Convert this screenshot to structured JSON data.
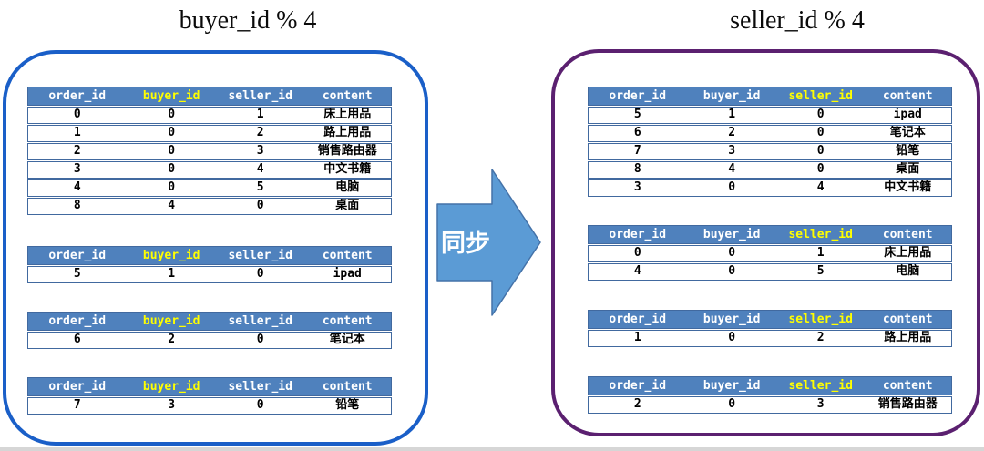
{
  "diagram": {
    "columns": [
      "order_id",
      "buyer_id",
      "seller_id",
      "content"
    ],
    "arrow_label": "同步",
    "left_panel": {
      "title": "buyer_id % 4",
      "highlight_column": "buyer_id",
      "highlight_index": 1,
      "border_color": "#1a5fc8",
      "tables": [
        {
          "rows": [
            [
              "0",
              "0",
              "1",
              "床上用品"
            ],
            [
              "1",
              "0",
              "2",
              "路上用品"
            ],
            [
              "2",
              "0",
              "3",
              "销售路由器"
            ],
            [
              "3",
              "0",
              "4",
              "中文书籍"
            ],
            [
              "4",
              "0",
              "5",
              "电脑"
            ],
            [
              "8",
              "4",
              "0",
              "桌面"
            ]
          ]
        },
        {
          "rows": [
            [
              "5",
              "1",
              "0",
              "ipad"
            ]
          ]
        },
        {
          "rows": [
            [
              "6",
              "2",
              "0",
              "笔记本"
            ]
          ]
        },
        {
          "rows": [
            [
              "7",
              "3",
              "0",
              "铅笔"
            ]
          ]
        }
      ]
    },
    "right_panel": {
      "title": "seller_id % 4",
      "highlight_column": "seller_id",
      "highlight_index": 2,
      "border_color": "#5b2070",
      "tables": [
        {
          "rows": [
            [
              "5",
              "1",
              "0",
              "ipad"
            ],
            [
              "6",
              "2",
              "0",
              "笔记本"
            ],
            [
              "7",
              "3",
              "0",
              "铅笔"
            ],
            [
              "8",
              "4",
              "0",
              "桌面"
            ],
            [
              "3",
              "0",
              "4",
              "中文书籍"
            ]
          ]
        },
        {
          "rows": [
            [
              "0",
              "0",
              "1",
              "床上用品"
            ],
            [
              "4",
              "0",
              "5",
              "电脑"
            ]
          ]
        },
        {
          "rows": [
            [
              "1",
              "0",
              "2",
              "路上用品"
            ]
          ]
        },
        {
          "rows": [
            [
              "2",
              "0",
              "3",
              "销售路由器"
            ]
          ]
        }
      ]
    },
    "colors": {
      "header_bg": "#4f81bd",
      "header_text": "#ffffff",
      "highlight_text": "#ffff00",
      "row_border": "#41699f",
      "arrow_fill": "#5b9bd5",
      "arrow_border": "#4472a8"
    }
  }
}
